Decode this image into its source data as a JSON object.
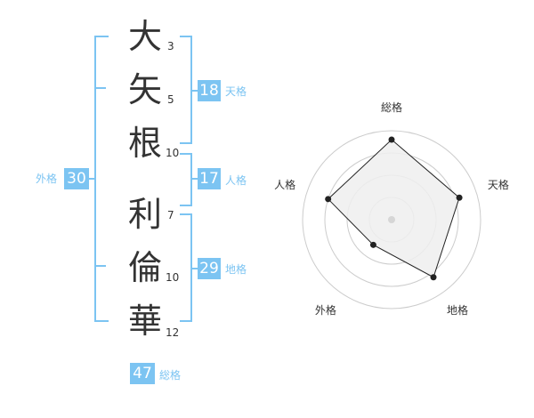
{
  "name": {
    "characters": [
      {
        "char": "大",
        "strokes": "3"
      },
      {
        "char": "矢",
        "strokes": "5"
      },
      {
        "char": "根",
        "strokes": "10"
      },
      {
        "char": "利",
        "strokes": "7"
      },
      {
        "char": "倫",
        "strokes": "10"
      },
      {
        "char": "華",
        "strokes": "12"
      }
    ]
  },
  "scores": {
    "tenkaku": {
      "value": "18",
      "label": "天格"
    },
    "jinkaku": {
      "value": "17",
      "label": "人格"
    },
    "chikaku": {
      "value": "29",
      "label": "地格"
    },
    "gaikaku": {
      "value": "30",
      "label": "外格"
    },
    "soukaku": {
      "value": "47",
      "label": "総格"
    }
  },
  "colors": {
    "accent": "#7cc4f2",
    "text": "#333333",
    "ring": "#cccccc",
    "polygon_fill": "#eeeeee"
  },
  "chart_data": {
    "type": "radar",
    "axes": [
      "総格",
      "天格",
      "地格",
      "外格",
      "人格"
    ],
    "values": [
      0.9,
      0.8,
      0.8,
      0.35,
      0.75
    ],
    "max": 1,
    "rings": 4
  }
}
